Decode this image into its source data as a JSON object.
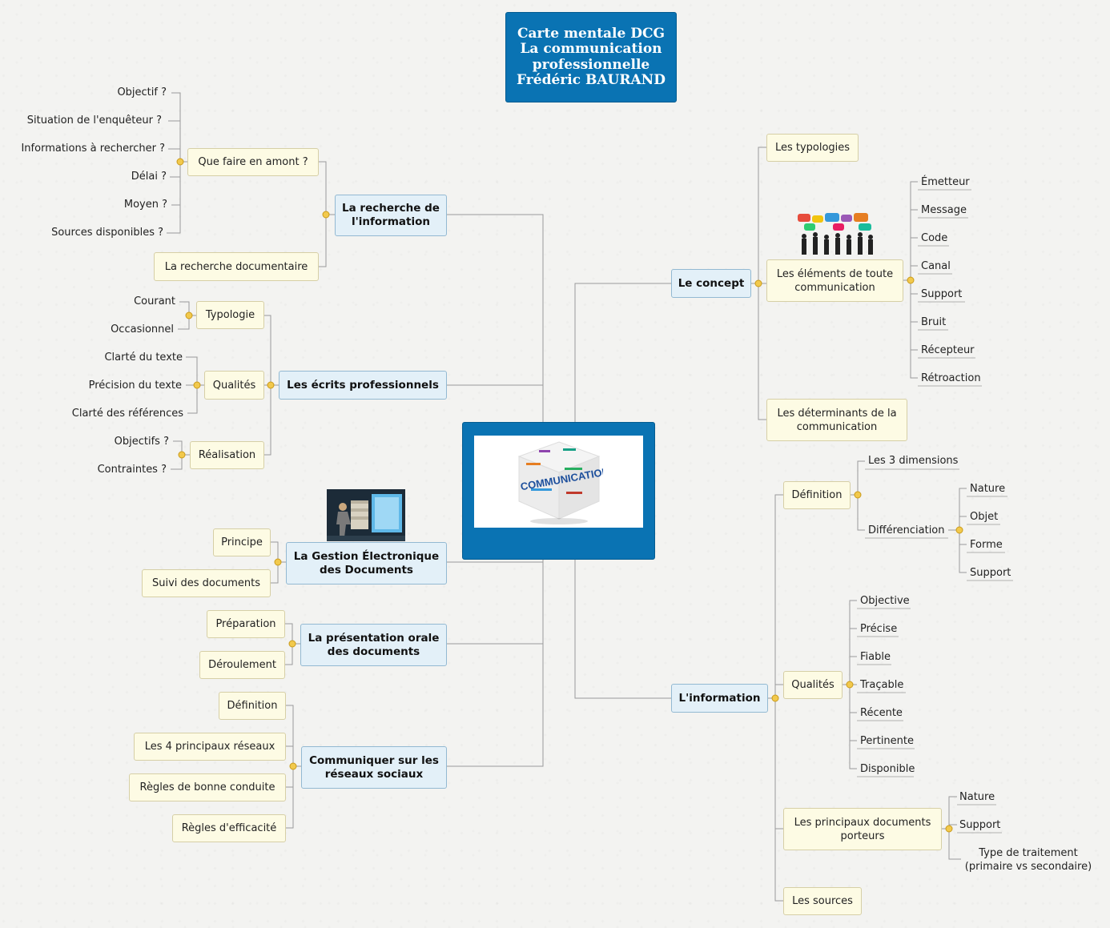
{
  "title": {
    "line1": "Carte mentale DCG",
    "line2": "La communication",
    "line3": "professionnelle",
    "line4": "Frédéric BAURAND"
  },
  "central_image": {
    "word": "COMMUNICATION"
  },
  "recherche": {
    "label_l1": "La recherche de",
    "label_l2": "l'information",
    "amont": "Que faire en amont ?",
    "questions": [
      "Objectif ?",
      "Situation de l'enquêteur ?",
      "Informations à rechercher ?",
      "Délai ?",
      "Moyen ?",
      "Sources disponibles ?"
    ],
    "documentaire": "La recherche documentaire"
  },
  "ecrits": {
    "label": "Les écrits professionnels",
    "typologie": "Typologie",
    "typologie_items": [
      "Courant",
      "Occasionnel"
    ],
    "qualites": "Qualités",
    "qualites_items": [
      "Clarté du texte",
      "Précision du texte",
      "Clarté des références"
    ],
    "realisation": "Réalisation",
    "realisation_items": [
      "Objectifs ?",
      "Contraintes ?"
    ]
  },
  "ged": {
    "label_l1": "La Gestion Électronique",
    "label_l2": "des Documents",
    "principe": "Principe",
    "suivi": "Suivi des documents"
  },
  "presentation": {
    "label_l1": "La présentation orale",
    "label_l2": "des documents",
    "preparation": "Préparation",
    "deroulement": "Déroulement"
  },
  "reseaux": {
    "label_l1": "Communiquer sur les",
    "label_l2": "réseaux sociaux",
    "items": [
      "Définition",
      "Les 4 principaux réseaux",
      "Règles de bonne conduite",
      "Règles d'efficacité"
    ]
  },
  "concept": {
    "label": "Le concept",
    "typologies": "Les typologies",
    "elements_l1": "Les éléments de toute",
    "elements_l2": "communication",
    "elements_items": [
      "Émetteur",
      "Message",
      "Code",
      "Canal",
      "Support",
      "Bruit",
      "Récepteur",
      "Rétroaction"
    ],
    "determinants_l1": "Les déterminants de la",
    "determinants_l2": "communication"
  },
  "information": {
    "label": "L'information",
    "definition": "Définition",
    "dimensions": "Les 3 dimensions",
    "differenciation": "Différenciation",
    "diff_items": [
      "Nature",
      "Objet",
      "Forme",
      "Support"
    ],
    "qualites": "Qualités",
    "qualites_items": [
      "Objective",
      "Précise",
      "Fiable",
      "Traçable",
      "Récente",
      "Pertinente",
      "Disponible"
    ],
    "documents_l1": "Les principaux documents",
    "documents_l2": "porteurs",
    "documents_items": [
      "Nature",
      "Support"
    ],
    "traitement_l1": "Type de traitement",
    "traitement_l2": "(primaire vs secondaire)",
    "sources": "Les sources"
  },
  "colors": {
    "title_bg": "#0a73b3",
    "main_bg": "#e3f0f8",
    "sub_bg": "#fdfbe4",
    "dot": "#e3b52e"
  }
}
